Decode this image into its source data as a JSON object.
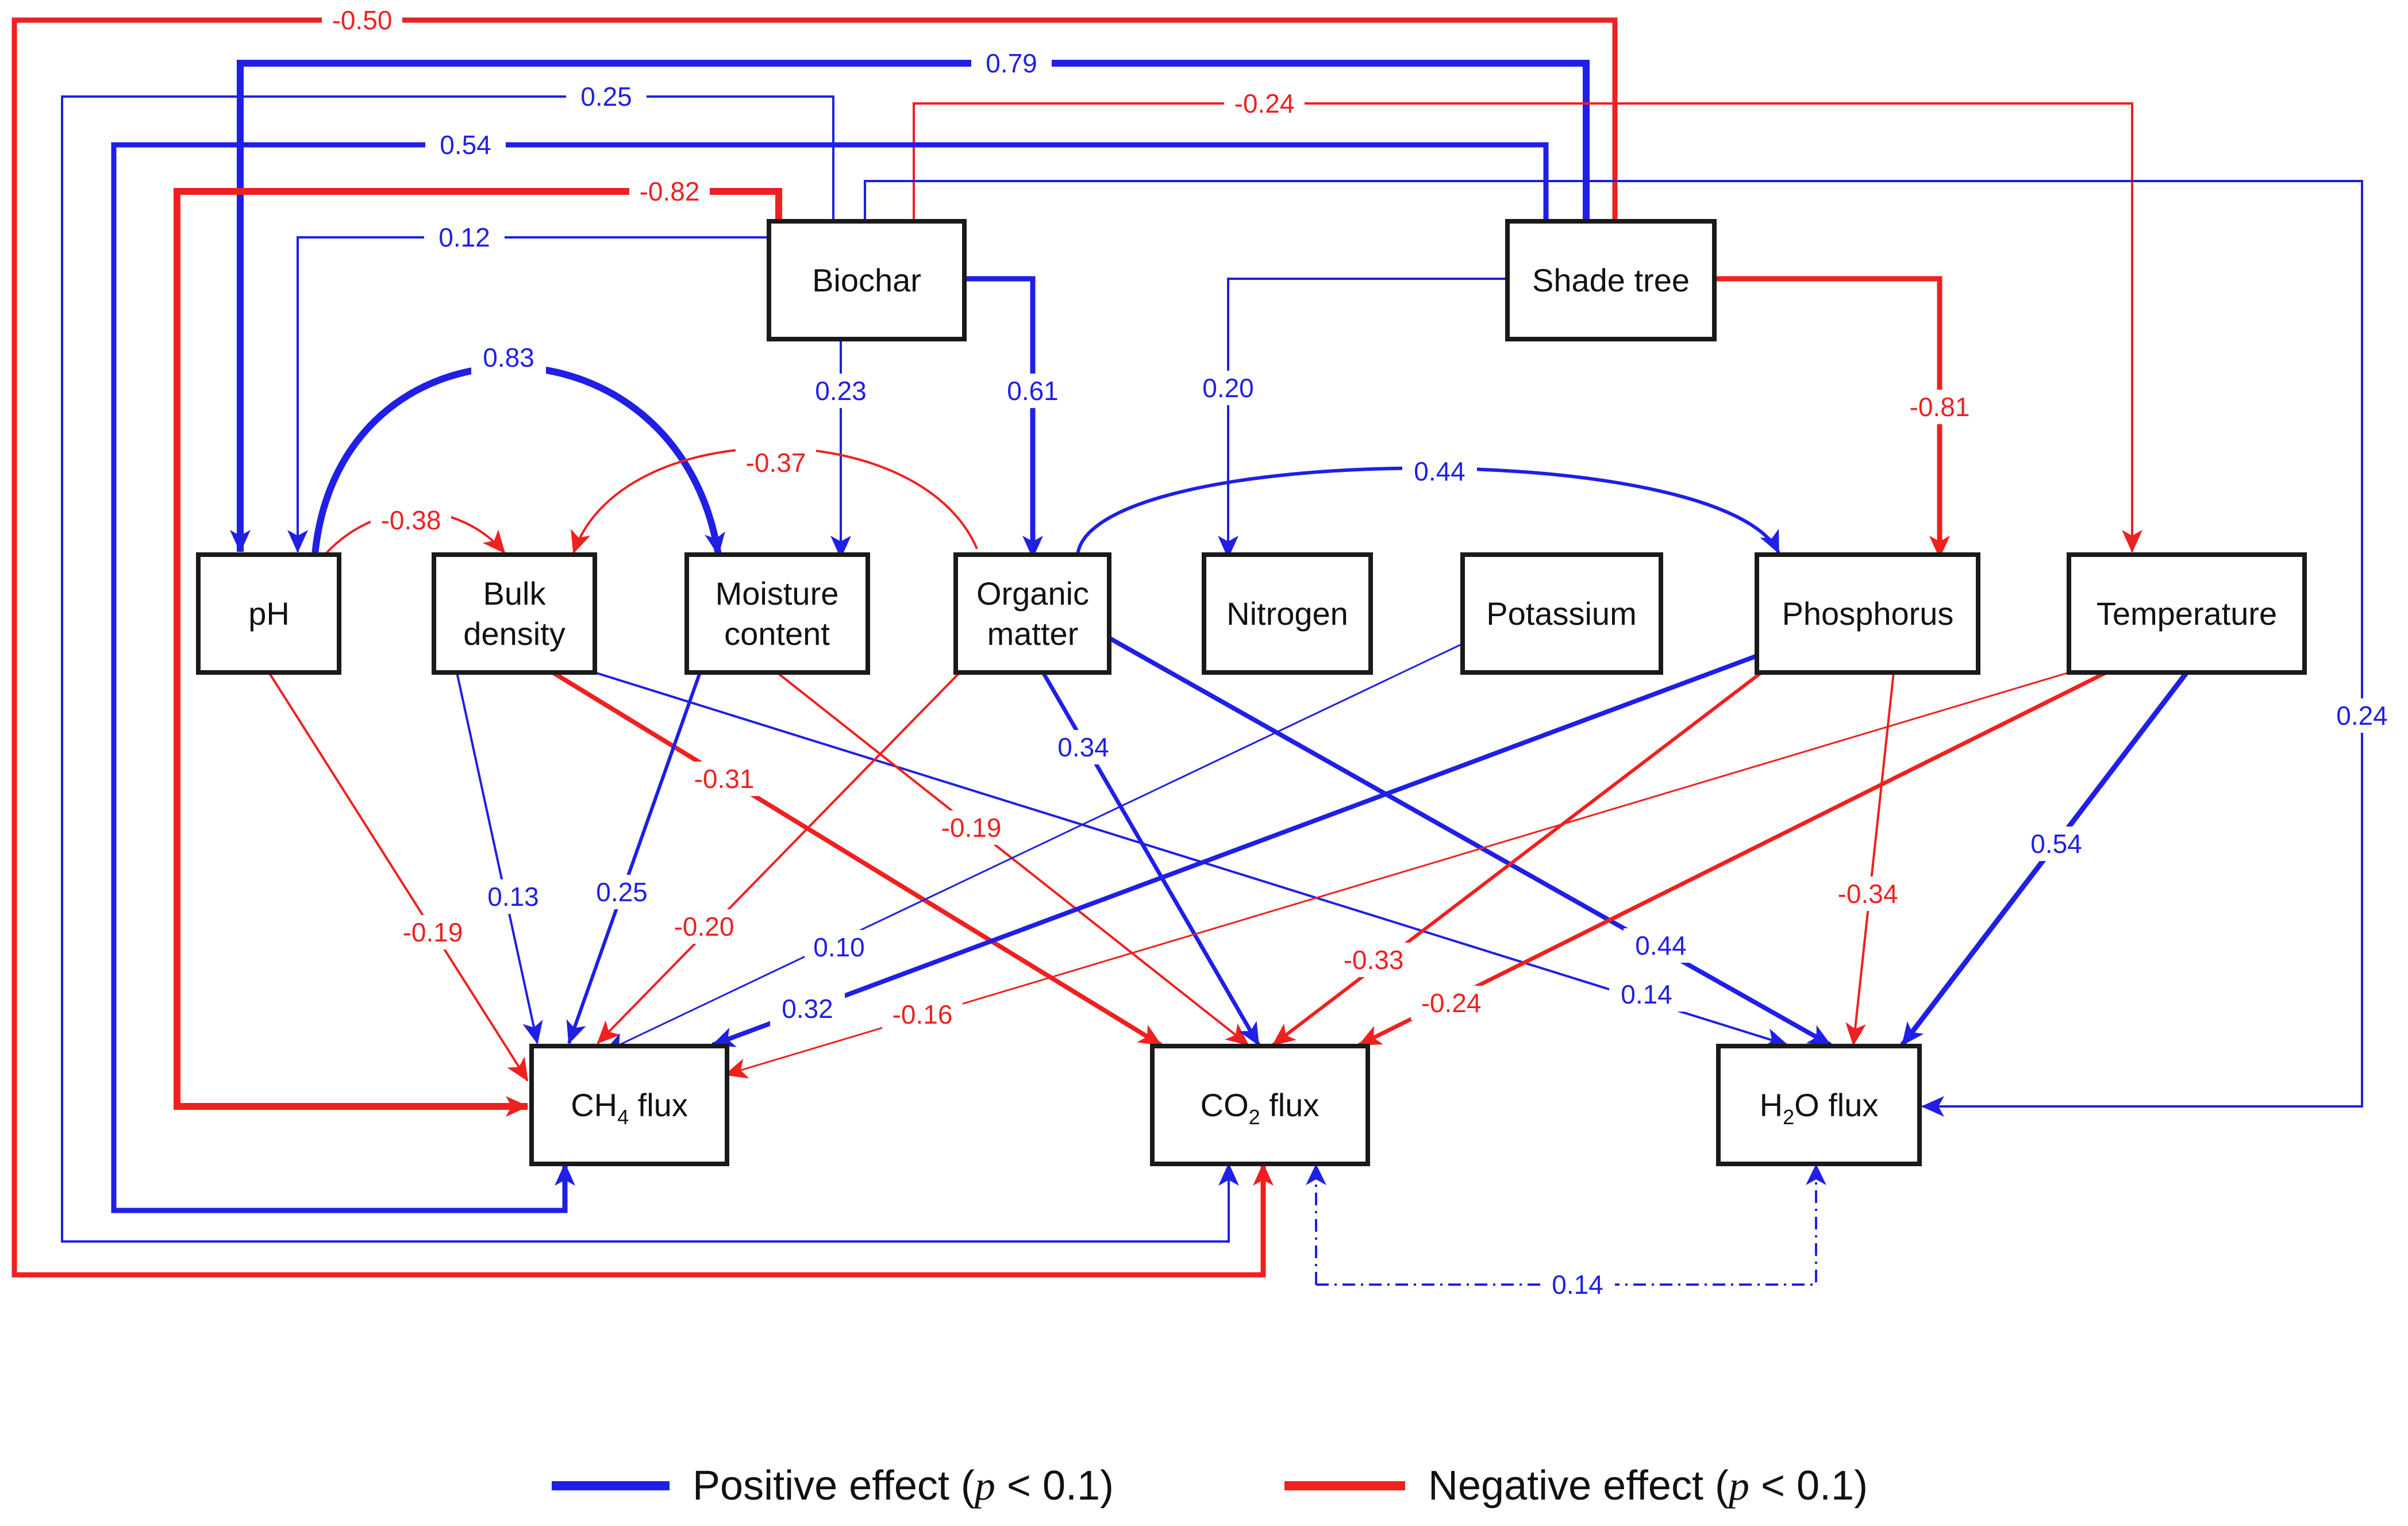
{
  "colors": {
    "positive": "#1f1fe6",
    "negative": "#ef2020",
    "text": "#111111"
  },
  "nodes": {
    "biochar": "Biochar",
    "shade": "Shade tree",
    "ph": "pH",
    "bulk": [
      "Bulk",
      "density"
    ],
    "moist": [
      "Moisture",
      "content"
    ],
    "om": [
      "Organic",
      "matter"
    ],
    "nitro": "Nitrogen",
    "potas": "Potassium",
    "phos": "Phosphorus",
    "temp": "Temperature",
    "ch4": {
      "main": "CH",
      "sub": "4",
      "tail": " flux"
    },
    "co2": {
      "main": "CO",
      "sub": "2",
      "tail": " flux"
    },
    "h2o": {
      "main": "H",
      "sub": "2",
      "tail": "O flux"
    }
  },
  "edges": [
    {
      "id": "shade-co2",
      "from": "Shade tree",
      "to": "CO2 flux",
      "label": "-0.50",
      "sign": "negative"
    },
    {
      "id": "shade-ph",
      "from": "Shade tree",
      "to": "pH",
      "label": "0.79",
      "sign": "positive"
    },
    {
      "id": "biochar-co2",
      "from": "Biochar",
      "to": "CO2 flux",
      "label": "0.25",
      "sign": "positive"
    },
    {
      "id": "biochar-temp",
      "from": "Biochar",
      "to": "Temperature",
      "label": "-0.24",
      "sign": "negative"
    },
    {
      "id": "shade-ch4",
      "from": "Shade tree",
      "to": "CH4 flux",
      "label": "0.54",
      "sign": "positive"
    },
    {
      "id": "biochar-ch4",
      "from": "Biochar",
      "to": "CH4 flux",
      "label": "-0.82",
      "sign": "negative"
    },
    {
      "id": "biochar-h2o",
      "from": "Biochar",
      "to": "H2O flux",
      "label": "0.24",
      "sign": "positive"
    },
    {
      "id": "biochar-ph",
      "from": "Biochar",
      "to": "pH",
      "label": "0.12",
      "sign": "positive"
    },
    {
      "id": "biochar-moist",
      "from": "Biochar",
      "to": "Moisture content",
      "label": "0.23",
      "sign": "positive"
    },
    {
      "id": "biochar-om",
      "from": "Biochar",
      "to": "Organic matter",
      "label": "0.61",
      "sign": "positive"
    },
    {
      "id": "shade-nitro",
      "from": "Shade tree",
      "to": "Nitrogen",
      "label": "0.20",
      "sign": "positive"
    },
    {
      "id": "shade-phos",
      "from": "Shade tree",
      "to": "Phosphorus",
      "label": "-0.81",
      "sign": "negative"
    },
    {
      "id": "ph-moist",
      "from": "pH",
      "to": "Moisture content",
      "label": "0.83",
      "sign": "positive"
    },
    {
      "id": "ph-bulk",
      "from": "pH",
      "to": "Bulk density",
      "label": "-0.38",
      "sign": "negative"
    },
    {
      "id": "om-bulk",
      "from": "Organic matter",
      "to": "Bulk density",
      "label": "-0.37",
      "sign": "negative"
    },
    {
      "id": "om-phos",
      "from": "Organic matter",
      "to": "Phosphorus",
      "label": "0.44",
      "sign": "positive"
    },
    {
      "id": "ph-ch4",
      "from": "pH",
      "to": "CH4 flux",
      "label": "-0.19",
      "sign": "negative"
    },
    {
      "id": "bulk-ch4",
      "from": "Bulk density",
      "to": "CH4 flux",
      "label": "0.13",
      "sign": "positive"
    },
    {
      "id": "bulk-co2",
      "from": "Bulk density",
      "to": "CO2 flux",
      "label": "-0.31",
      "sign": "negative"
    },
    {
      "id": "bulk-h2o",
      "from": "Bulk density",
      "to": "H2O flux",
      "label": "0.14",
      "sign": "positive"
    },
    {
      "id": "moist-ch4",
      "from": "Moisture content",
      "to": "CH4 flux",
      "label": "0.25",
      "sign": "positive"
    },
    {
      "id": "moist-co2",
      "from": "Moisture content",
      "to": "CO2 flux",
      "label": "-0.19",
      "sign": "negative"
    },
    {
      "id": "om-ch4",
      "from": "Organic matter",
      "to": "CH4 flux",
      "label": "-0.20",
      "sign": "negative"
    },
    {
      "id": "om-co2",
      "from": "Organic matter",
      "to": "CO2 flux",
      "label": "0.34",
      "sign": "positive"
    },
    {
      "id": "om-h2o",
      "from": "Organic matter",
      "to": "H2O flux",
      "label": "0.44",
      "sign": "positive"
    },
    {
      "id": "potas-ch4",
      "from": "Potassium",
      "to": "CH4 flux",
      "label": "0.10",
      "sign": "positive"
    },
    {
      "id": "phos-ch4",
      "from": "Phosphorus",
      "to": "CH4 flux",
      "label": "0.32",
      "sign": "positive"
    },
    {
      "id": "phos-co2",
      "from": "Phosphorus",
      "to": "CO2 flux",
      "label": "-0.33",
      "sign": "negative"
    },
    {
      "id": "phos-h2o",
      "from": "Phosphorus",
      "to": "H2O flux",
      "label": "-0.34",
      "sign": "negative"
    },
    {
      "id": "temp-ch4",
      "from": "Temperature",
      "to": "CH4 flux",
      "label": "-0.16",
      "sign": "negative"
    },
    {
      "id": "temp-co2",
      "from": "Temperature",
      "to": "CO2 flux",
      "label": "-0.24",
      "sign": "negative"
    },
    {
      "id": "temp-h2o",
      "from": "Temperature",
      "to": "H2O flux",
      "label": "0.54",
      "sign": "positive"
    },
    {
      "id": "co2-h2o",
      "from": "CO2 flux",
      "to": "H2O flux",
      "label": "0.14",
      "sign": "positive",
      "style": "dash-dot covariance"
    }
  ],
  "legend": {
    "positive": {
      "text": "Positive effect (",
      "p": "p",
      "rest": " < 0.1)"
    },
    "negative": {
      "text": "Negative effect (",
      "p": "p",
      "rest": " < 0.1)"
    }
  }
}
